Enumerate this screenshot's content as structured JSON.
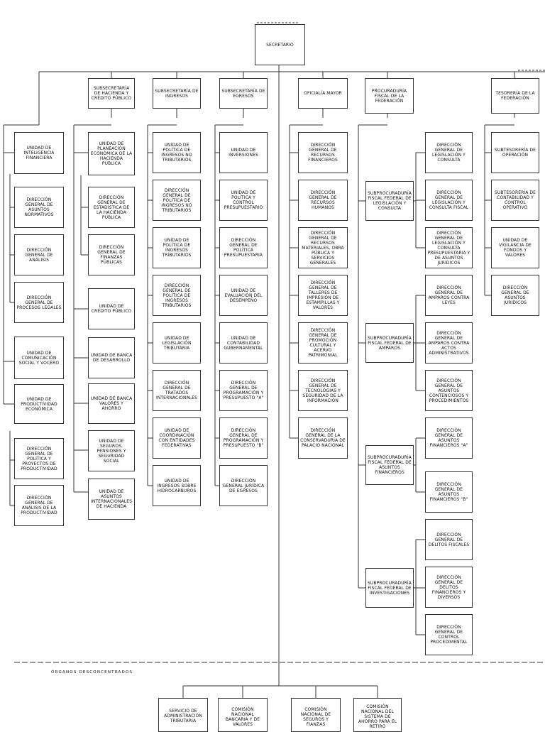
{
  "nodes": {
    "secretario": "SECRETARIO",
    "c1_top": "SUBSECRETARÍA DE HACIENDA Y CRÉDITO PÚBLICO",
    "c2_top": "SUBSECRETARÍA DE INGRESOS",
    "c3_top": "SUBSECRETARÍA DE EGRESOS",
    "c4_top": "OFICIALÍA MAYOR",
    "c5_top": "PROCURADURÍA FISCAL DE LA FEDERACIÓN",
    "c6_top": "TESORERÍA DE LA FEDERACIÓN",
    "c0": [
      "UNIDAD DE INTELIGENCIA FINANCIERA",
      "DIRECCIÓN GENERAL DE ASUNTOS NORMATIVOS",
      "DIRECCIÓN GENERAL DE ANÁLISIS",
      "DIRECCIÓN GENERAL DE PROCESOS LEGALES",
      "UNIDAD DE COMUNICACIÓN SOCIAL Y VOCERO",
      "UNIDAD DE PRODUCTIVIDAD ECONÓMICA",
      "DIRECCIÓN GENERAL DE POLÍTICA Y PROYECTOS DE PRODUCTIVIDAD",
      "DIRECCIÓN GENERAL DE ANÁLISIS DE LA PRODUCTIVIDAD"
    ],
    "c1": [
      "UNIDAD DE PLANEACIÓN ECONÓMICA DE LA HACIENDA PÚBLICA",
      "DIRECCIÓN GENERAL DE ESTADÍSTICA DE LA HACIENDA PÚBLICA",
      "DIRECCIÓN GENERAL DE FINANZAS PÚBLICAS",
      "UNIDAD DE CRÉDITO PÚBLICO",
      "UNIDAD DE BANCA DE DESARROLLO",
      "UNIDAD DE BANCA VALORES Y AHORRO",
      "UNIDAD DE SEGUROS, PENSIONES Y SEGURIDAD SOCIAL",
      "UNIDAD DE ASUNTOS INTERNACIONALES DE HACIENDA"
    ],
    "c2": [
      "UNIDAD DE POLÍTICA DE INGRESOS NO TRIBUTARIOS",
      "DIRECCIÓN GENERAL DE POLÍTICA DE INGRESOS NO TRIBUTARIOS",
      "UNIDAD DE POLÍTICA DE INGRESOS TRIBUTARIOS",
      "DIRECCIÓN GENERAL DE POLÍTICA DE INGRESOS TRIBUTARIOS",
      "UNIDAD DE LEGISLACIÓN TRIBUTARIA",
      "DIRECCIÓN GENERAL DE TRATADOS INTERNACIONALES",
      "UNIDAD DE COORDINACIÓN CON ENTIDADES FEDERATIVAS",
      "UNIDAD DE INGRESOS SOBRE HIDROCARBUROS"
    ],
    "c3": [
      "UNIDAD DE INVERSIONES",
      "UNIDAD DE POLÍTICA Y CONTROL PRESUPUESTARIO",
      "DIRECCIÓN GENERAL DE POLÍTICA PRESUPUESTARIA",
      "UNIDAD DE EVALUACIÓN DEL DESEMPEÑO",
      "UNIDAD DE CONTABILIDAD GUBERNAMENTAL",
      "DIRECCIÓN GENERAL DE PROGRAMACIÓN Y PRESUPUESTO \"A\"",
      "DIRECCIÓN GENERAL DE PROGRAMACIÓN Y PRESUPUESTO \"B\"",
      "DIRECCIÓN GENERAL JURÍDICA DE EGRESOS"
    ],
    "c4": [
      "DIRECCIÓN GENERAL DE RECURSOS FINANCIEROS",
      "DIRECCIÓN GENERAL DE RECURSOS HUMANOS",
      "DIRECCIÓN GENERAL DE RECURSOS MATERIALES, OBRA PÚBLICA Y SERVICIOS GENERALES",
      "DIRECCIÓN GENERAL DE TALLERES DE IMPRESIÓN DE ESTAMPILLAS Y VALORES",
      "DIRECCIÓN GENERAL DE PROMOCIÓN CULTURAL Y ACERVO PATRIMONIAL",
      "DIRECCIÓN GENERAL DE TECNOLOGÍAS Y SEGURIDAD DE LA INFORMACIÓN",
      "DIRECCIÓN GENERAL DE LA CONSERVADURÍA DE PALACIO NACIONAL"
    ],
    "c5_sub": [
      "SUBPROCURADURÍA FISCAL FEDERAL DE LEGISLACIÓN Y CONSULTA",
      "SUBPROCURADURÍA FISCAL FEDERAL DE AMPAROS",
      "SUBPROCURADURÍA FISCAL FEDERAL DE ASUNTOS FINANCIEROS",
      "SUBPROCURADURÍA FISCAL FEDERAL DE INVESTIGACIONES"
    ],
    "c5_right": [
      "DIRECCIÓN GENERAL DE LEGISLACIÓN Y CONSULTA",
      "DIRECCIÓN GENERAL DE LEGISLACIÓN Y CONSULTA FISCAL",
      "DIRECCIÓN GENERAL DE LEGISLACIÓN Y CONSULTA PRESUPUESTARIA Y DE ASUNTOS JURÍDICOS",
      "DIRECCIÓN GENERAL DE AMPAROS CONTRA LEYES",
      "DIRECCIÓN GENERAL DE AMPAROS CONTRA ACTOS ADMINISTRATIVOS",
      "DIRECCIÓN GENERAL DE ASUNTOS CONTENCIOSOS Y PROCEDIMIENTOS",
      "DIRECCIÓN GENERAL DE ASUNTOS FINANCIEROS \"A\"",
      "DIRECCIÓN GENERAL DE ASUNTOS FINANCIEROS \"B\"",
      "DIRECCIÓN GENERAL DE DELITOS FISCALES",
      "DIRECCIÓN GENERAL DE DELITOS FINANCIEROS Y DIVERSOS",
      "DIRECCIÓN GENERAL DE CONTROL PROCEDIMENTAL"
    ],
    "c6": [
      "SUBTESORERÍA DE OPERACIÓN",
      "SUBTESORERÍA DE CONTABILIDAD Y CONTROL OPERATIVO",
      "UNIDAD DE VIGILANCIA DE FONDOS Y VALORES",
      "DIRECCIÓN GENERAL DE ASUNTOS JURÍDICOS"
    ],
    "organos_label": "ÓRGANOS DESCONCENTRADOS",
    "bottom": [
      "SERVICIO DE ADMINISTRACIÓN TRIBUTARIA",
      "COMISIÓN NACIONAL BANCARIA Y DE VALORES",
      "COMISIÓN NACIONAL DE SEGUROS Y FIANZAS",
      "COMISIÓN NACIONAL DEL SISTEMA DE AHORRO PARA EL RETIRO"
    ]
  }
}
